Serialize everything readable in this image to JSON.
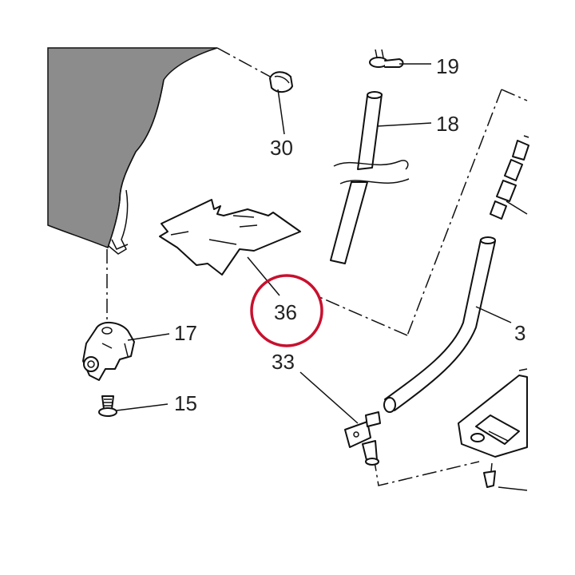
{
  "diagram": {
    "callouts": {
      "p15": "15",
      "p17": "17",
      "p18": "18",
      "p19": "19",
      "p30": "30",
      "p33": "33",
      "p36": "36",
      "p3x": "3"
    },
    "highlight_color": "#c8102e",
    "panel_fill": "#8c8c8c"
  }
}
